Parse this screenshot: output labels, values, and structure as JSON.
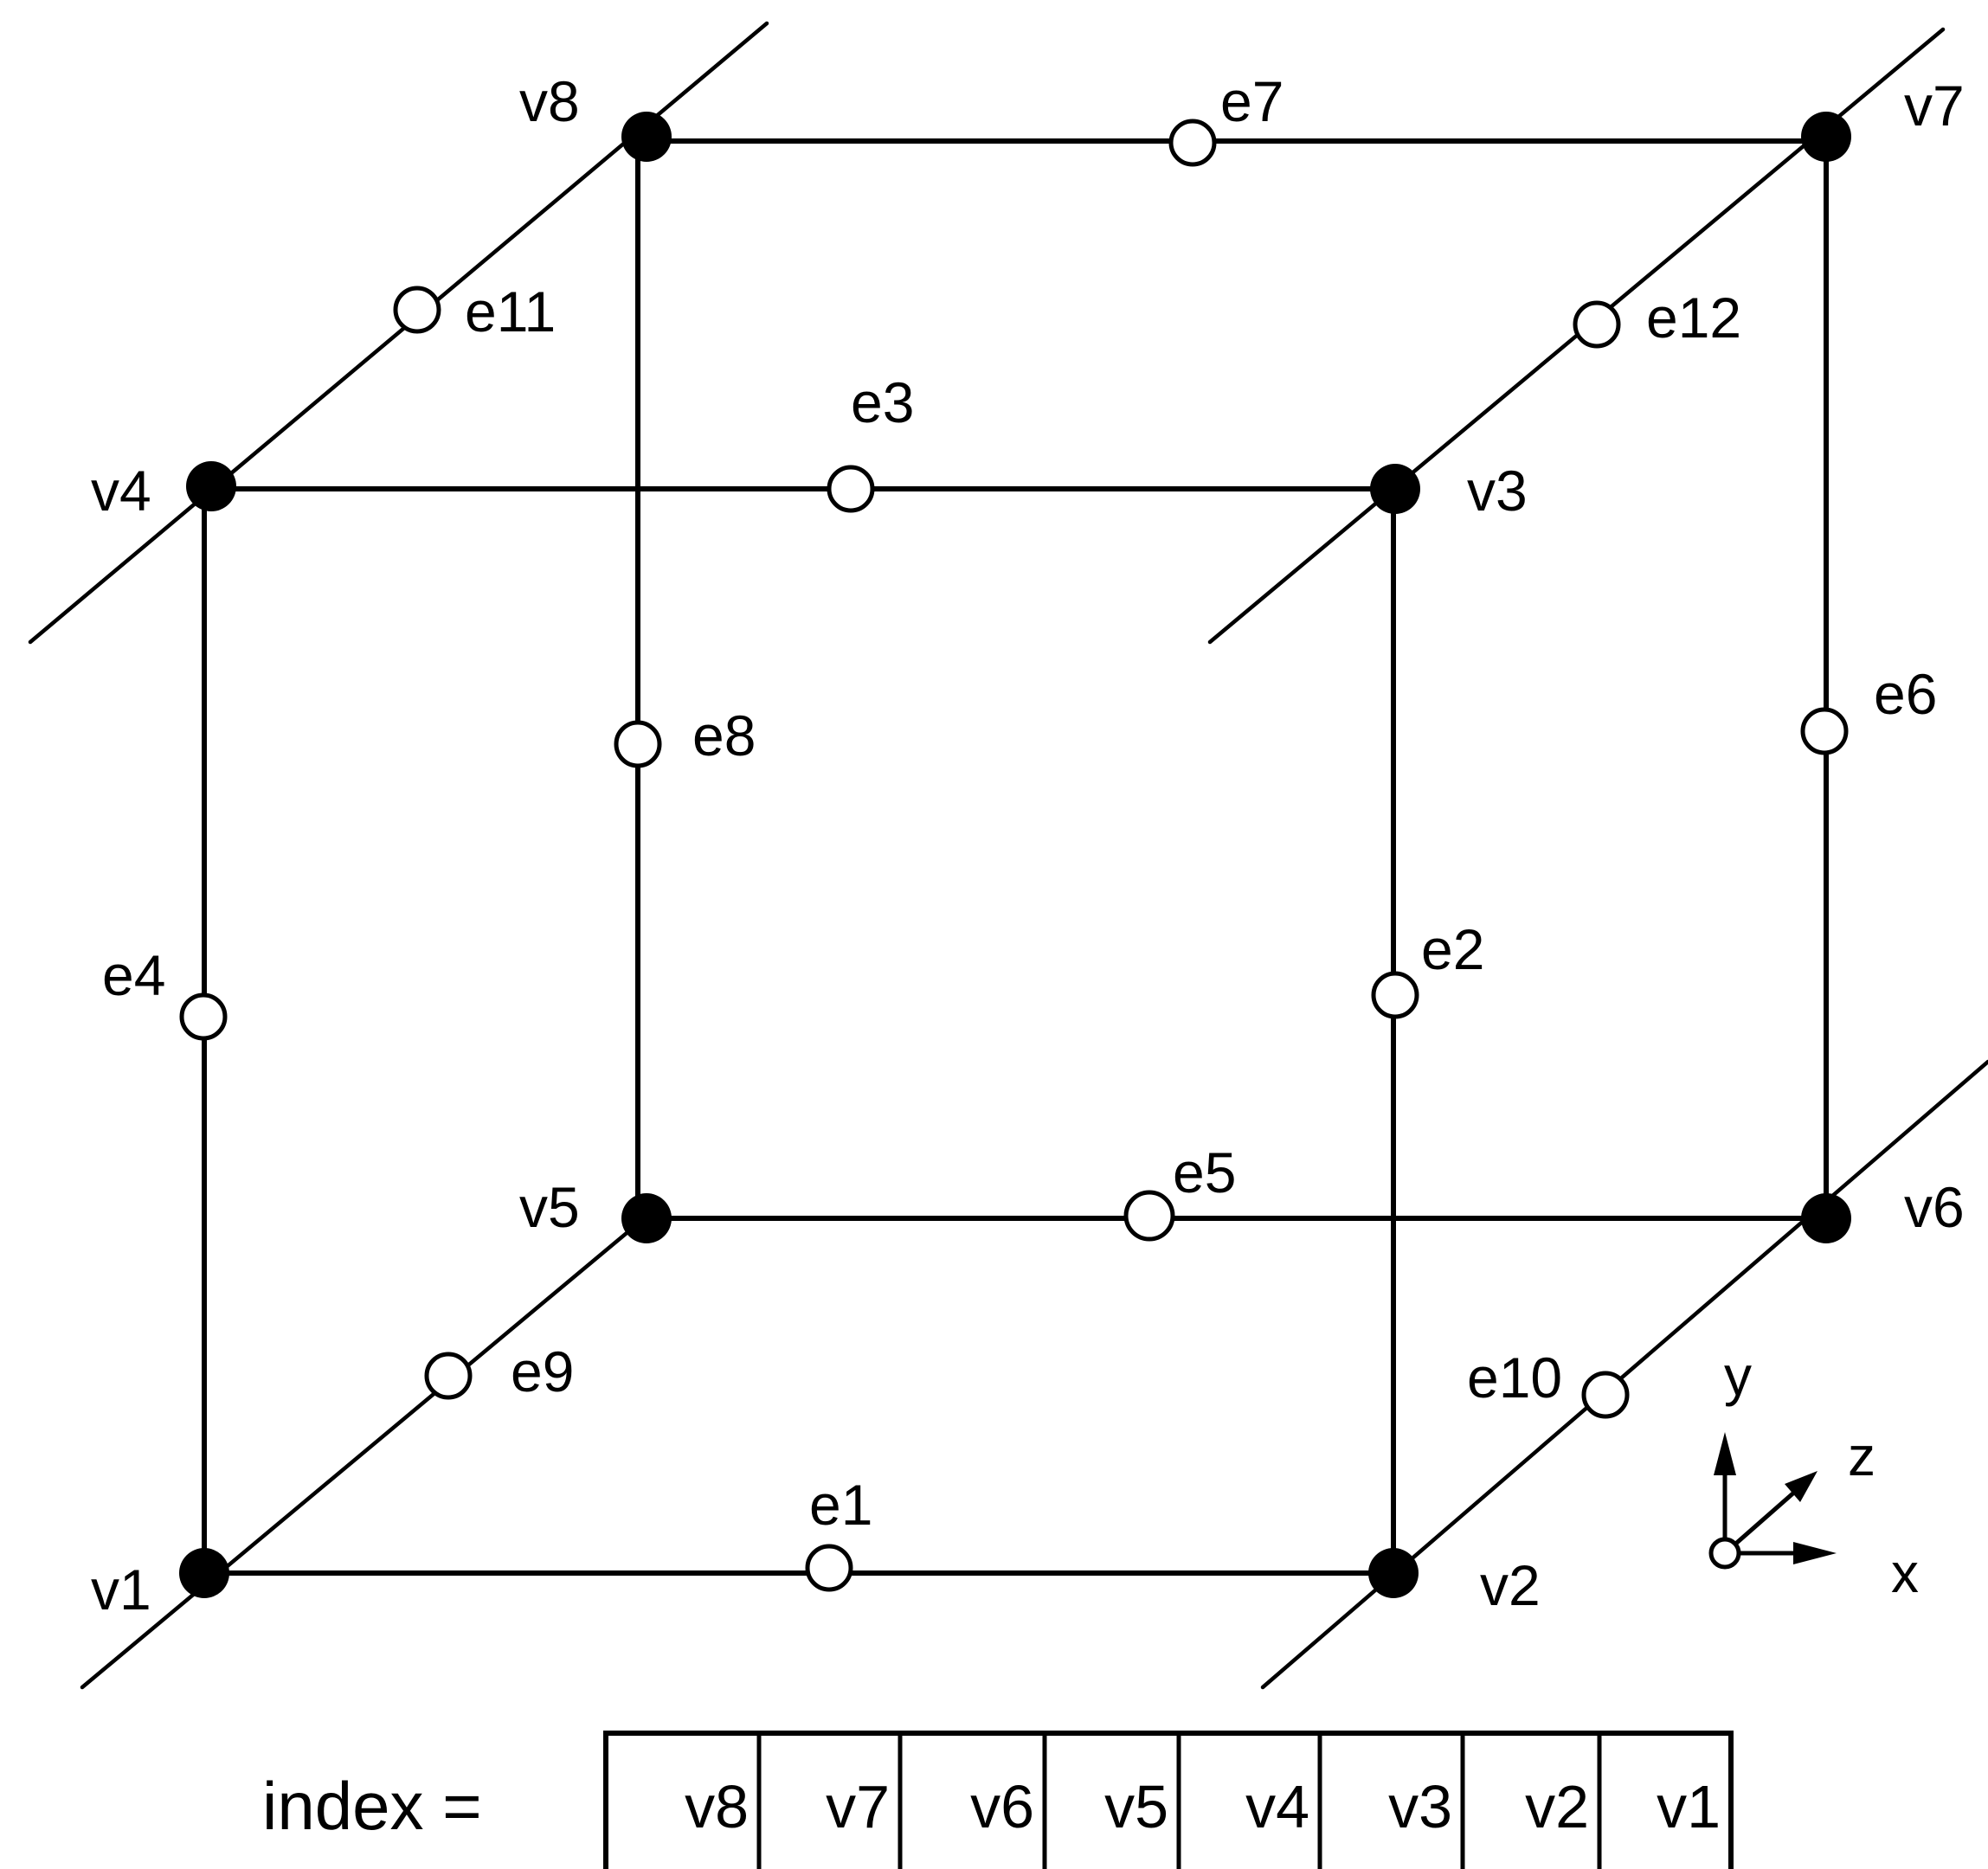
{
  "vertices": [
    {
      "id": "v1",
      "label": "v1"
    },
    {
      "id": "v2",
      "label": "v2"
    },
    {
      "id": "v3",
      "label": "v3"
    },
    {
      "id": "v4",
      "label": "v4"
    },
    {
      "id": "v5",
      "label": "v5"
    },
    {
      "id": "v6",
      "label": "v6"
    },
    {
      "id": "v7",
      "label": "v7"
    },
    {
      "id": "v8",
      "label": "v8"
    }
  ],
  "edges": [
    {
      "id": "e1",
      "label": "e1",
      "from": "v1",
      "to": "v2"
    },
    {
      "id": "e2",
      "label": "e2",
      "from": "v2",
      "to": "v3"
    },
    {
      "id": "e3",
      "label": "e3",
      "from": "v3",
      "to": "v4"
    },
    {
      "id": "e4",
      "label": "e4",
      "from": "v4",
      "to": "v1"
    },
    {
      "id": "e5",
      "label": "e5",
      "from": "v5",
      "to": "v6"
    },
    {
      "id": "e6",
      "label": "e6",
      "from": "v6",
      "to": "v7"
    },
    {
      "id": "e7",
      "label": "e7",
      "from": "v7",
      "to": "v8"
    },
    {
      "id": "e8",
      "label": "e8",
      "from": "v8",
      "to": "v5"
    },
    {
      "id": "e9",
      "label": "e9",
      "from": "v1",
      "to": "v5"
    },
    {
      "id": "e10",
      "label": "e10",
      "from": "v2",
      "to": "v6"
    },
    {
      "id": "e11",
      "label": "e11",
      "from": "v4",
      "to": "v8"
    },
    {
      "id": "e12",
      "label": "e12",
      "from": "v3",
      "to": "v7"
    }
  ],
  "axes": {
    "x": "x",
    "y": "y",
    "z": "z"
  },
  "index": {
    "label": "index =",
    "cells": [
      "v8",
      "v7",
      "v6",
      "v5",
      "v4",
      "v3",
      "v2",
      "v1"
    ]
  }
}
